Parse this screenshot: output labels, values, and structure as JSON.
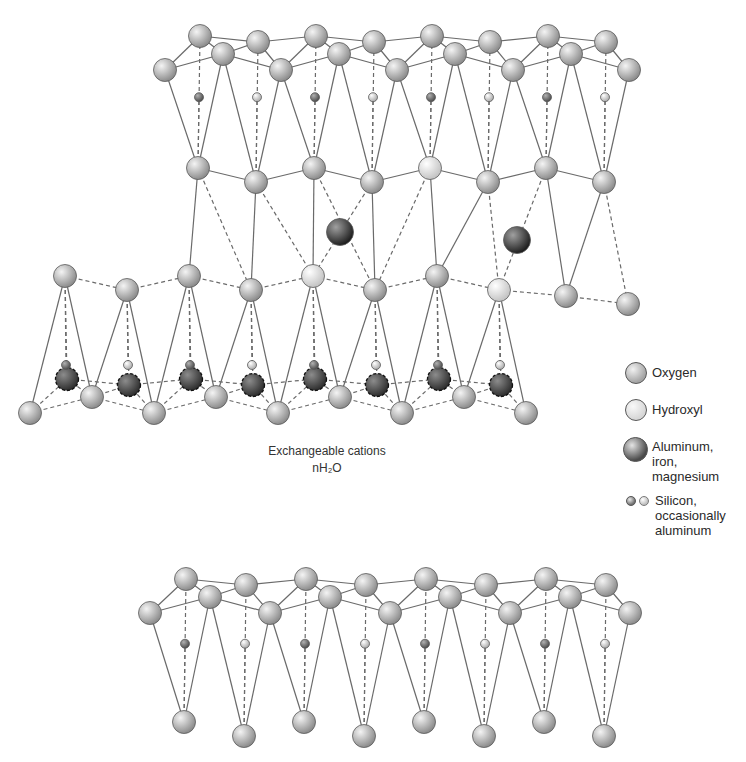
{
  "diagram": {
    "labels": [
      "Exchangeable cations",
      "nH₂O"
    ],
    "legend": [
      {
        "text": "Oxygen",
        "color": "#a4a4a4"
      },
      {
        "text": "Hydroxyl",
        "color": "#d6d6d6"
      },
      {
        "text": "Aluminum, iron, magnesium",
        "color": "#4a4a4a"
      },
      {
        "text": "Silicon, occasionally aluminum",
        "color": "#6e6e6e"
      }
    ]
  }
}
